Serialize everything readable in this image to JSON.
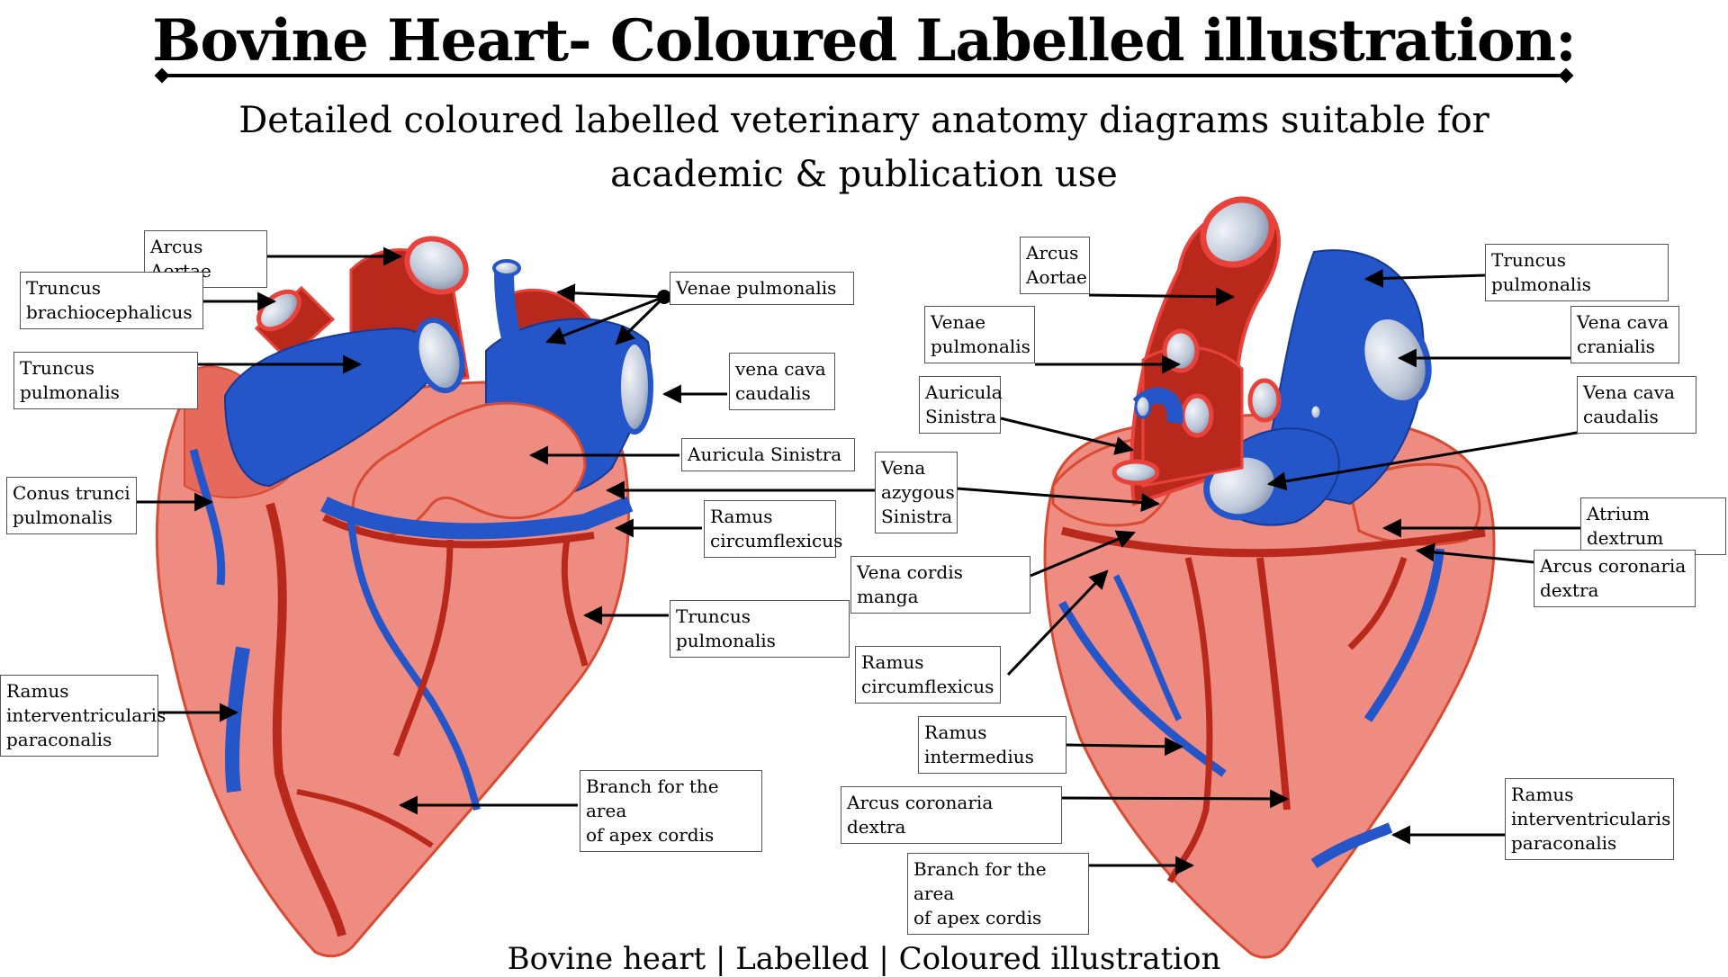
{
  "title": "Bovine Heart- Coloured Labelled illustration:",
  "subtitle": "Detailed coloured labelled veterinary anatomy diagrams suitable for academic & publication use",
  "caption": "Bovine heart | Labelled | Coloured illustration",
  "colors": {
    "muscle": "#ef8c82",
    "muscle_outline": "#d94a32",
    "artery": "#b8291c",
    "artery_outline": "#e8423a",
    "vein": "#2455c9",
    "vein_dark": "#163a94",
    "vessel_lumen": "#c9d3e3"
  },
  "left_labels": {
    "arcus_aortae": "Arcus Aortae",
    "truncus_brachiocephalicus": "Truncus\nbrachiocephalicus",
    "truncus_pulmonalis_top": "Truncus pulmonalis",
    "conus_trunci_pulmonalis": "Conus trunci\npulmonalis",
    "ramus_interventricularis_paraconalis": "Ramus\ninterventricularis\nparaconalis",
    "venae_pulmonalis": "Venae pulmonalis",
    "vena_cava_caudalis": "vena cava\ncaudalis",
    "auricula_sinistra": "Auricula Sinistra",
    "ramus_circumflexicus": "Ramus\ncircumflexicus",
    "truncus_pulmonalis_mid": "Truncus pulmonalis",
    "branch_apex_cordis": "Branch for the area\nof apex cordis"
  },
  "right_labels": {
    "arcus_aortae": "Arcus\nAortae",
    "venae_pulmonalis": "Venae\npulmonalis",
    "auricula_sinistra": "Auricula\nSinistra",
    "vena_azygous_sinistra": "Vena\nazygous\nSinistra",
    "vena_cordis_manga": "Vena cordis manga",
    "ramus_circumflexicus": "Ramus\ncircumflexicus",
    "ramus_intermedius": "Ramus\nintermedius",
    "arcus_coronaria_dextra_left": "Arcus coronaria dextra",
    "branch_apex_cordis": "Branch for the area\nof apex cordis",
    "truncus_pulmonalis": "Truncus pulmonalis",
    "vena_cava_cranialis": "Vena cava\ncranialis",
    "vena_cava_caudalis": "Vena cava\ncaudalis",
    "atrium_dextrum": "Atrium dextrum",
    "arcus_coronaria_dextra_right": "Arcus coronaria\ndextra",
    "ramus_interventricularis_paraconalis": "Ramus\ninterventricularis\nparaconalis"
  }
}
